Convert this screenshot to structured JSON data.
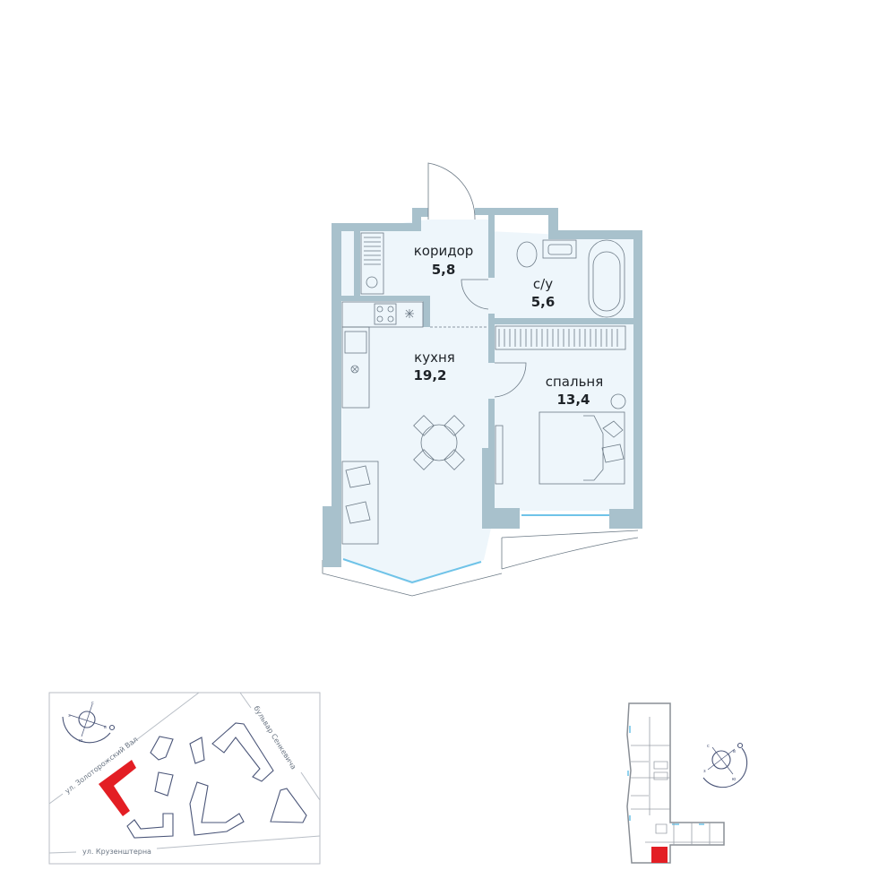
{
  "rooms": [
    {
      "id": "corridor",
      "name": "коридор",
      "area": "5,8"
    },
    {
      "id": "bathroom",
      "name": "с/у",
      "area": "5,6"
    },
    {
      "id": "kitchen",
      "name": "кухня",
      "area": "19,2"
    },
    {
      "id": "bedroom",
      "name": "спальня",
      "area": "13,4"
    }
  ],
  "site_map": {
    "streets": [
      "ул. Золоторожский Вал",
      "бульвар Сенкевича",
      "ул. Крузенштерна"
    ],
    "highlight_color": "#e31e24"
  },
  "compass": {
    "north": "с",
    "south": "ю",
    "east": "в",
    "west": "з"
  },
  "colors": {
    "wall": "#a8c1cc",
    "floor": "#eef6fb",
    "glass": "#6fc3e8",
    "highlight": "#e31e24"
  }
}
